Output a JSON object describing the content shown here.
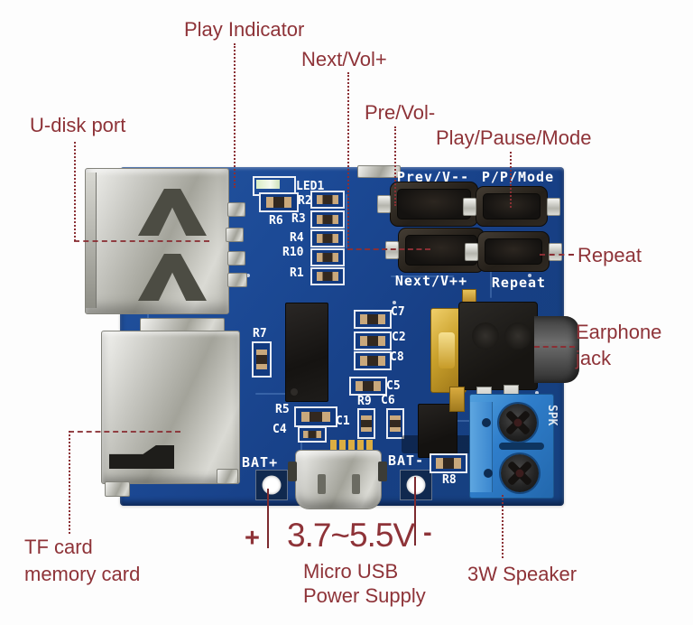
{
  "colors": {
    "label_red": "#8e3338",
    "board_blue": "#1c4a96",
    "terminal_blue": "#2f7ecb",
    "gold": "#d9ab3e"
  },
  "annotations": {
    "play_indicator": "Play Indicator",
    "next_vol_plus": "Next/Vol+",
    "pre_vol_minus": "Pre/Vol-",
    "play_pause_mode": "Play/Pause/Mode",
    "u_disk_port": "U-disk port",
    "repeat": "Repeat",
    "earphone_line1": "Earphone",
    "earphone_line2": "jack",
    "tf_line1": "TF card",
    "tf_line2": "memory card",
    "battery_plus": "+",
    "voltage_range": "3.7~5.5V",
    "battery_minus": "-",
    "micro_usb_line1": "Micro USB",
    "micro_usb_line2": "Power Supply",
    "speaker": "3W Speaker"
  },
  "silkscreen": {
    "led": "LED1",
    "r2": "R2",
    "r6": "R6",
    "r3": "R3",
    "r4": "R4",
    "r10": "R10",
    "r1": "R1",
    "r7": "R7",
    "btn_prev": "Prev/V--",
    "btn_mode": "P/P/Mode",
    "btn_next": "Next/V++",
    "btn_repeat": "Repeat",
    "c7": "C7",
    "c2": "C2",
    "c8": "C8",
    "c5": "C5",
    "r9": "R9",
    "c6": "C6",
    "r5": "R5",
    "c4": "C4",
    "c1": "C1",
    "r8": "R8",
    "bat_plus": "BAT+",
    "bat_minus": "BAT-",
    "spk": "SPK"
  }
}
